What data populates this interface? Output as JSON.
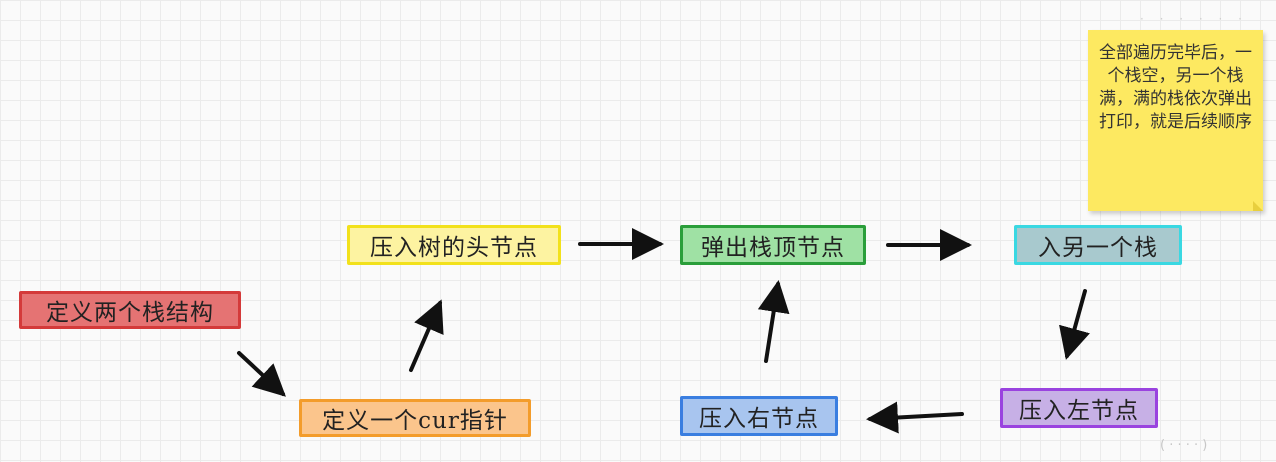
{
  "diagram": {
    "nodes": {
      "define_stacks": {
        "label": "定义两个栈结构",
        "color": "#e57373",
        "border": "#d43a3a"
      },
      "define_cur": {
        "label": "定义一个cur指针",
        "color": "#fbc58c",
        "border": "#f39c2b"
      },
      "push_root": {
        "label": "压入树的头节点",
        "color": "#fdf3a1",
        "border": "#f2e11b"
      },
      "pop_top": {
        "label": "弹出栈顶节点",
        "color": "#9fe1a4",
        "border": "#2a9e3a"
      },
      "push_other": {
        "label": "入另一个栈",
        "color": "#a8c9ce",
        "border": "#3ad8e2"
      },
      "push_left": {
        "label": "压入左节点",
        "color": "#c7b0e6",
        "border": "#9a43df"
      },
      "push_right": {
        "label": "压入右节点",
        "color": "#a8c5ef",
        "border": "#3a7ee0"
      }
    },
    "note": {
      "text": "全部遍历完毕后，一个栈空，另一个栈满，满的栈依次弹出打印，就是后续顺序",
      "color": "#fde961"
    }
  }
}
